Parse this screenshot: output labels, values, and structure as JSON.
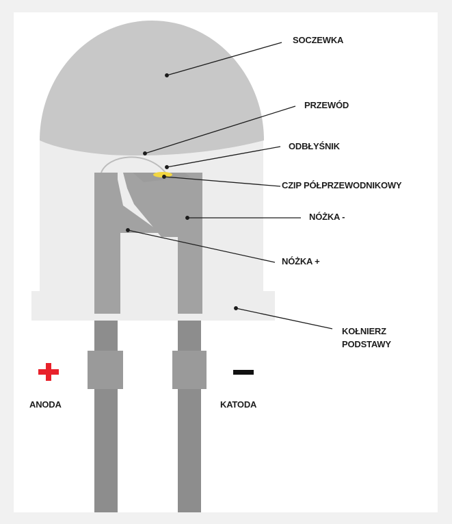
{
  "labels": {
    "lens": "SOCZEWKA",
    "wire": "PRZEWÓD",
    "reflector": "ODBŁYŚNIK",
    "chip": "CZIP PÓŁPRZEWODNIKOWY",
    "leg_minus": "NÓŻKA -",
    "leg_plus": "NÓŻKA +",
    "base_flange": "KOŁNIERZ PODSTAWY",
    "anode": "ANODA",
    "cathode": "KATODA"
  },
  "signs": {
    "anode": "+",
    "cathode": "−"
  },
  "colors": {
    "background": "#f1f1f1",
    "panel": "#ffffff",
    "lens": "#c8c8c8",
    "body": "#ededed",
    "lead_frame": "#a2a2a2",
    "leg_lower": "#8d8d8d",
    "leg_kink": "#9a9a9a",
    "chip": "#f2d641",
    "plus_sign": "#e8212b",
    "minus_sign": "#111111",
    "leader_lines": "#1c1c1c"
  }
}
